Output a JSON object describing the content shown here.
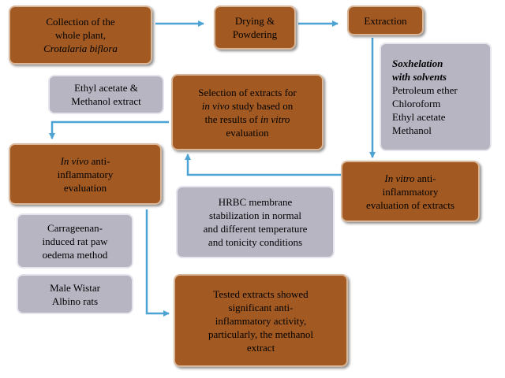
{
  "nodes": {
    "collection": {
      "lines": [
        {
          "text": "Collection of the"
        },
        {
          "text": "whole plant,"
        },
        {
          "text": "Crotalaria biflora",
          "style": "italic"
        }
      ]
    },
    "drying": {
      "lines": [
        {
          "text": "Drying &"
        },
        {
          "text": "Powdering"
        }
      ]
    },
    "extraction": {
      "lines": [
        {
          "text": "Extraction"
        }
      ]
    },
    "solvents": {
      "lines": [
        {
          "text": "Soxhelation",
          "style": "bold italic"
        },
        {
          "text": "with solvents",
          "style": "bold italic"
        },
        {
          "text": "Petroleum ether"
        },
        {
          "text": "Chloroform"
        },
        {
          "text": "Ethyl acetate"
        },
        {
          "text": "Methanol"
        }
      ]
    },
    "ethyl_methanol": {
      "lines": [
        {
          "text": "Ethyl acetate &"
        },
        {
          "text": "Methanol extract"
        }
      ]
    },
    "selection": {
      "lines": [
        {
          "text": "Selection of extracts for"
        },
        {
          "text": "in vivo study based on",
          "html": "<i>in vivo</i> study based on"
        },
        {
          "text": "the results of in vitro",
          "html": "the results of <i>in vitro</i>"
        },
        {
          "text": "evaluation"
        }
      ]
    },
    "in_vivo": {
      "lines": [
        {
          "text": "In vivo anti-",
          "html": "<i>In vivo</i> anti-"
        },
        {
          "text": "inflammatory"
        },
        {
          "text": "evaluation"
        }
      ]
    },
    "in_vitro": {
      "lines": [
        {
          "text": "In vitro anti-",
          "html": "<i>In vitro</i> anti-"
        },
        {
          "text": "inflammatory"
        },
        {
          "text": "evaluation of extracts"
        }
      ]
    },
    "hrbc": {
      "lines": [
        {
          "text": "HRBC membrane"
        },
        {
          "text": "stabilization in normal"
        },
        {
          "text": "and different temperature"
        },
        {
          "text": "and tonicity conditions"
        }
      ]
    },
    "carrageenan": {
      "lines": [
        {
          "text": "Carrageenan-"
        },
        {
          "text": "induced rat paw"
        },
        {
          "text": "oedema method"
        }
      ]
    },
    "wistar": {
      "lines": [
        {
          "text": "Male Wistar"
        },
        {
          "text": "Albino rats"
        }
      ]
    },
    "result": {
      "lines": [
        {
          "text": "Tested extracts showed"
        },
        {
          "text": "significant anti-"
        },
        {
          "text": "inflammatory activity,"
        },
        {
          "text": "particularly, the methanol"
        },
        {
          "text": "extract"
        }
      ]
    }
  },
  "colors": {
    "process_box": "#a35a22",
    "process_border": "#d9b79a",
    "info_box": "#b8b5c3",
    "info_border": "#e6e4ec",
    "arrow": "#4da3d4"
  }
}
